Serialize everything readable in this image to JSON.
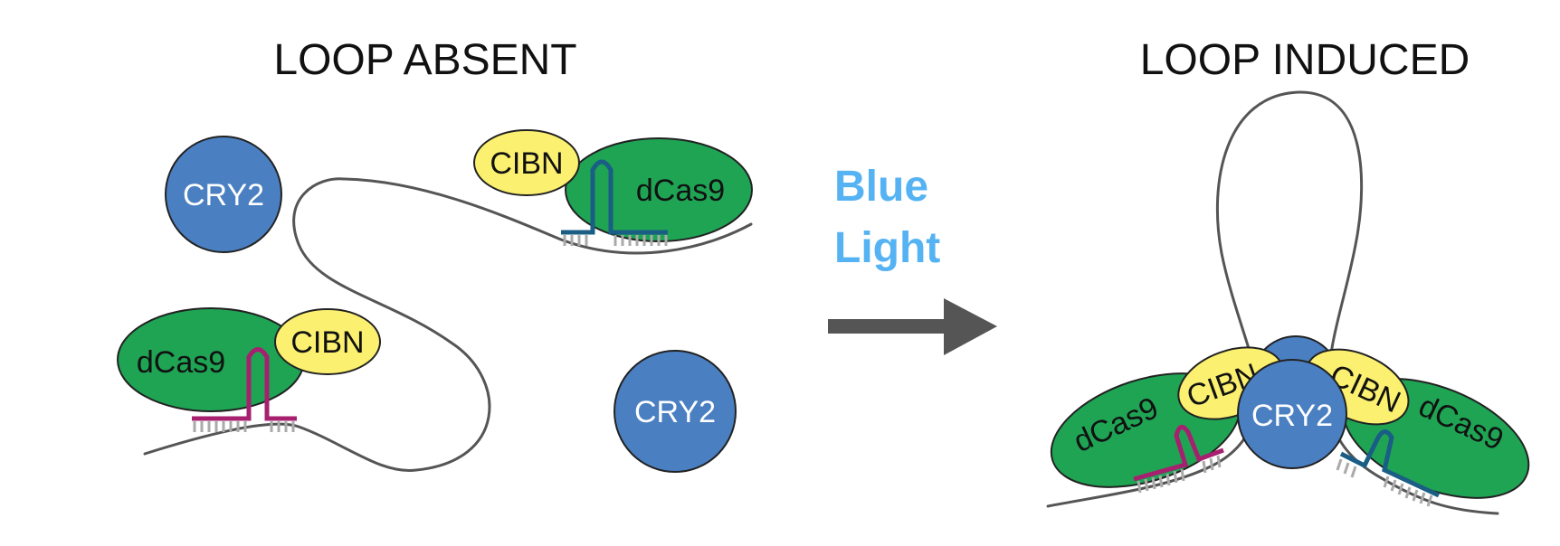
{
  "titles": {
    "left": "LOOP ABSENT",
    "right": "LOOP INDUCED"
  },
  "stimulus": {
    "line1": "Blue",
    "line2": "Light",
    "color": "#55b3f3",
    "arrow_color": "#555555"
  },
  "labels": {
    "cry2": "CRY2",
    "cibn": "CIBN",
    "dcas9": "dCas9"
  },
  "colors": {
    "cry2": "#4a7fc1",
    "cibn": "#fbf06f",
    "dcas9": "#1fa454",
    "guide_magenta": "#a6206f",
    "guide_teal": "#1a5e85",
    "dna": "#555555",
    "bases": "#aaaaaa"
  }
}
